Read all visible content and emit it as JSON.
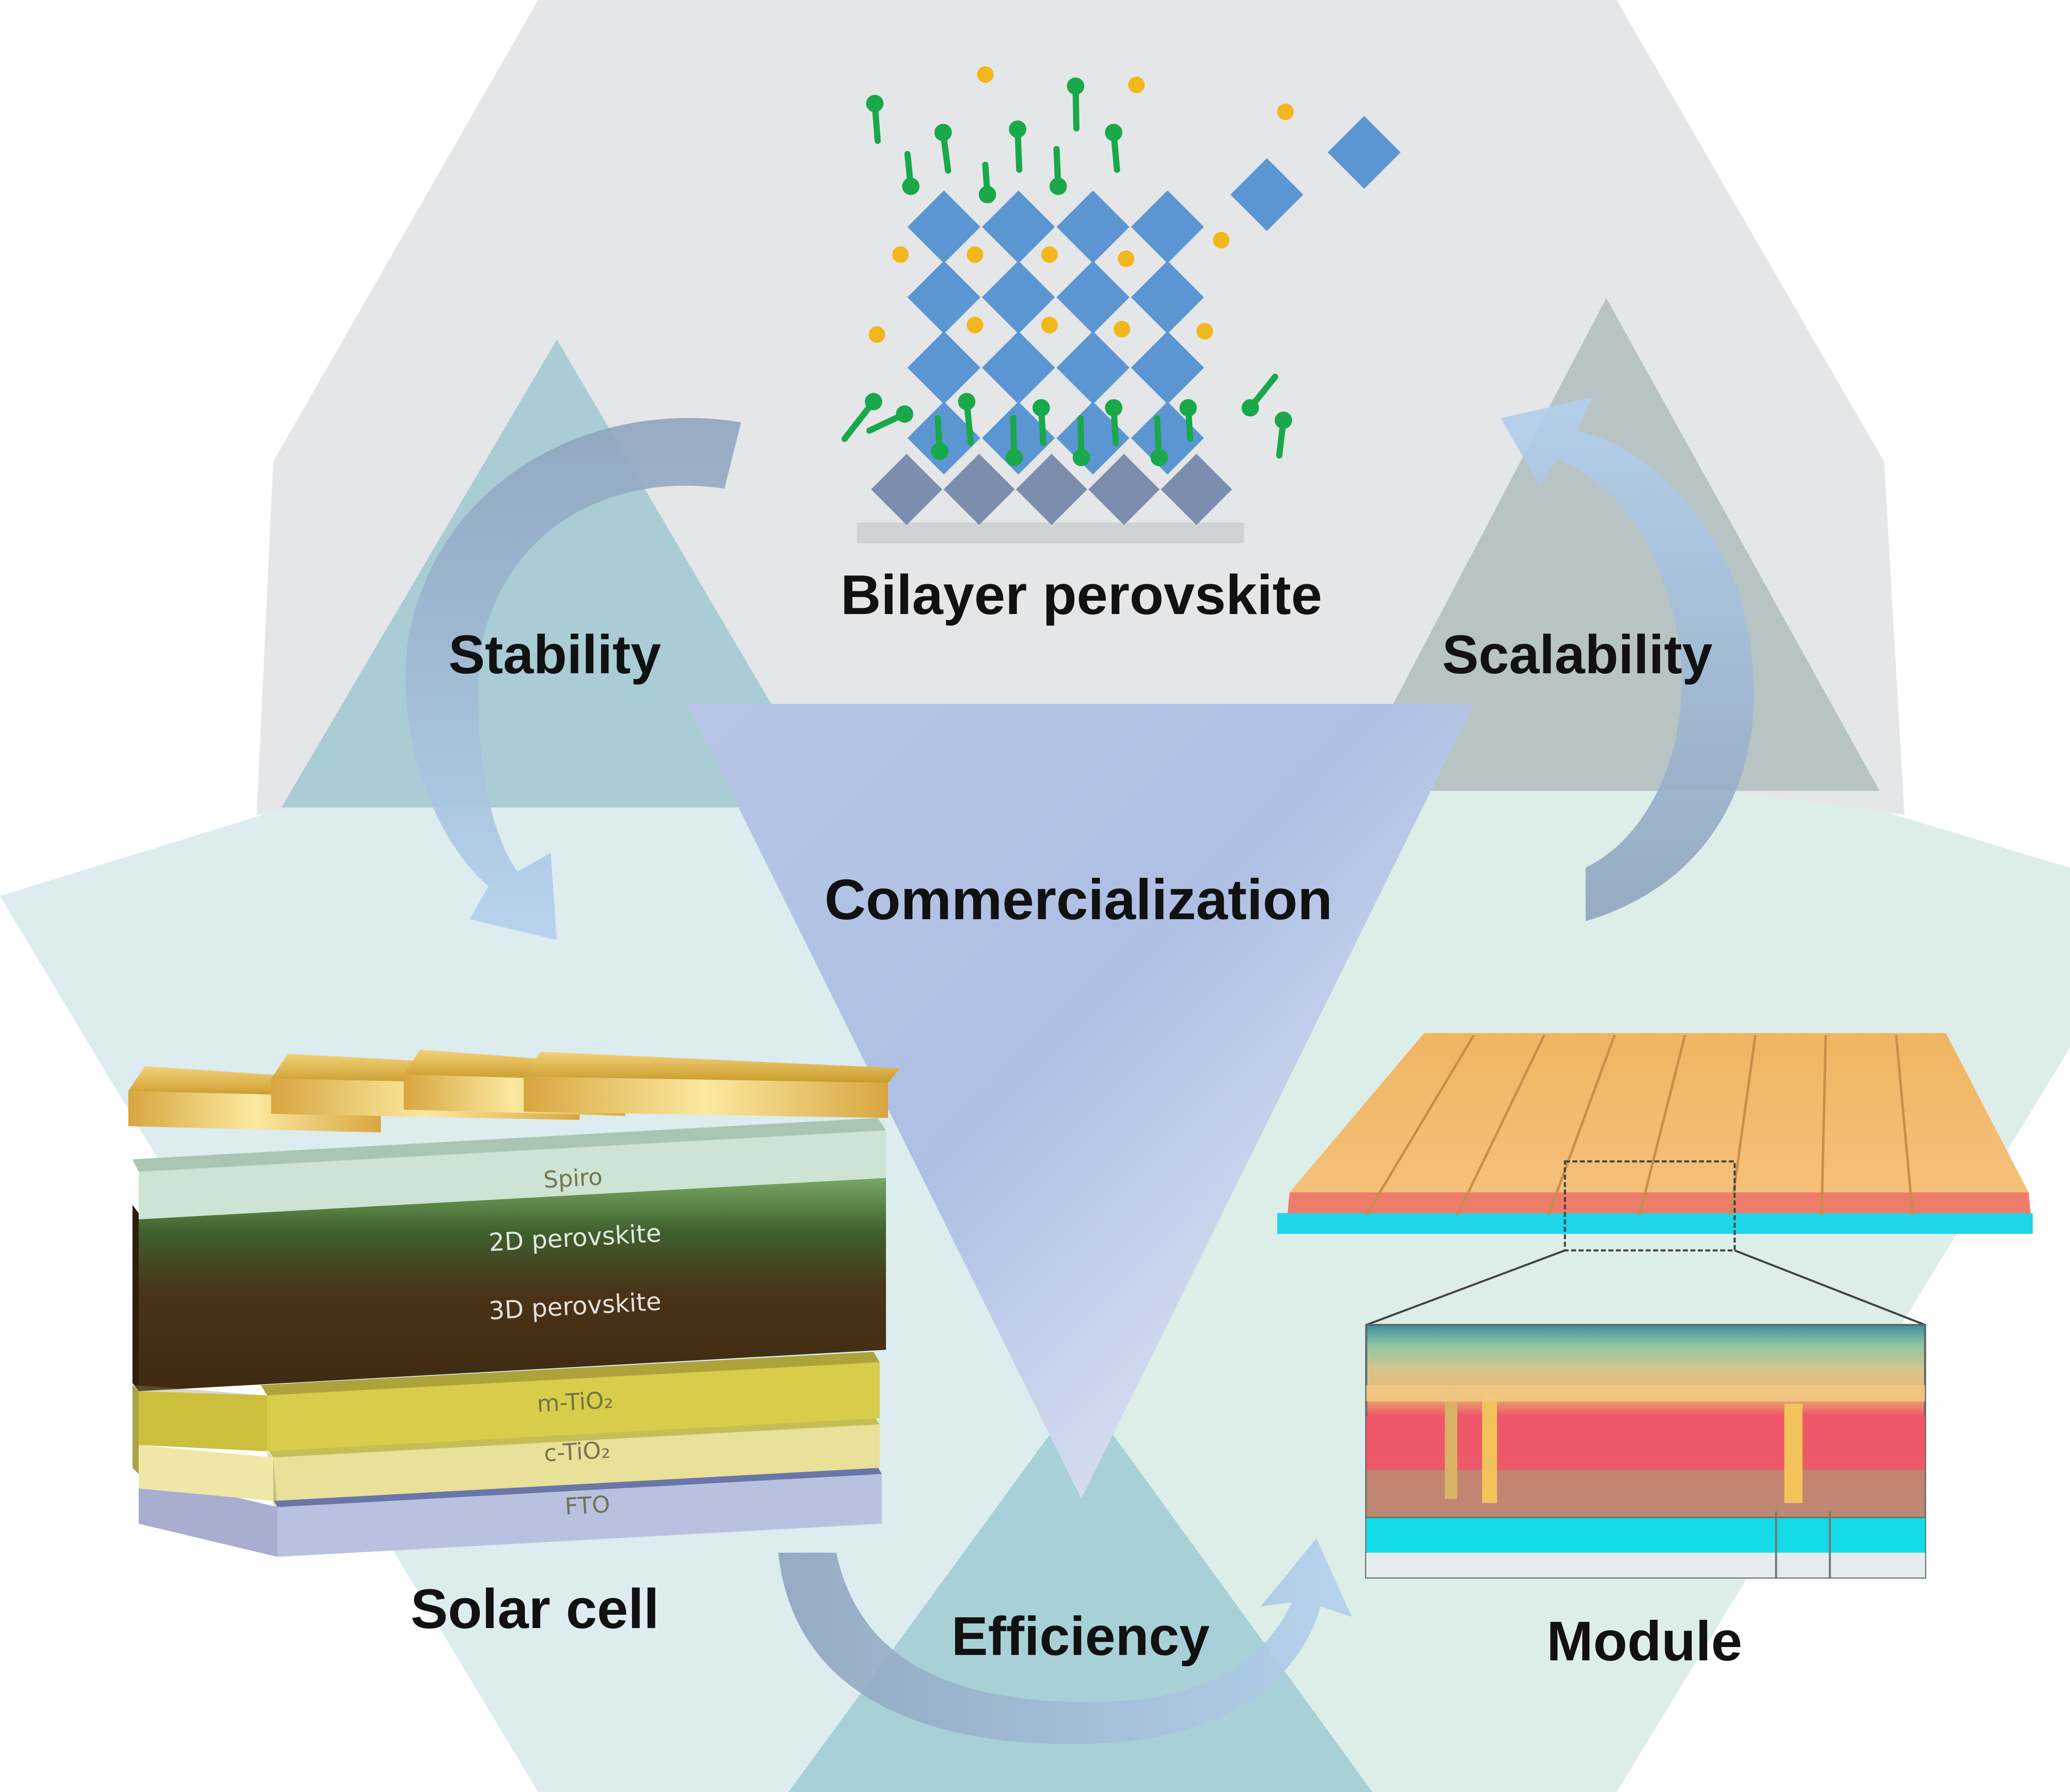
{
  "diagram": {
    "center_label": "Commercialization",
    "nodes": {
      "top": {
        "label": "Bilayer perovskite"
      },
      "bottom_left": {
        "label": "Solar cell"
      },
      "bottom_right": {
        "label": "Module"
      }
    },
    "edges": {
      "left": {
        "label": "Stability"
      },
      "right": {
        "label": "Scalability"
      },
      "bottom": {
        "label": "Efficiency"
      }
    },
    "solar_cell_layers": [
      "Spiro",
      "2D perovskite",
      "3D perovskite",
      "m-TiO₂",
      "c-TiO₂",
      "FTO"
    ],
    "colors": {
      "top_sector": "#e4e6e7",
      "left_sector": "#dcecef",
      "right_sector": "#ddeee8",
      "left_triangle": "#a9ccd5",
      "right_triangle": "#b8c3c3",
      "bottom_triangle": "#a8d0d7",
      "crystal_blue": "#5b96d2",
      "crystal_slate": "#7c8ead",
      "ligand_green": "#19a84a",
      "ion_yellow": "#f2b71c",
      "arrow_blue": "#a9c6e8",
      "arrow_slate": "#8ea4bd"
    }
  }
}
